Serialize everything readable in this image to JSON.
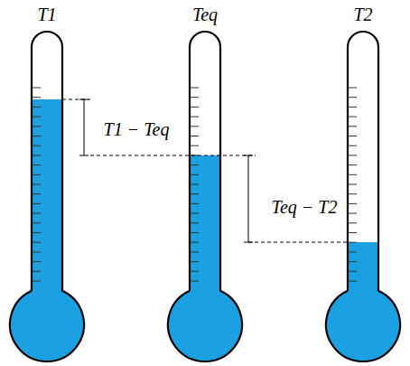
{
  "diagram": {
    "labels": [
      "T1",
      "Teq",
      "T2",
      "T1 − Teq",
      "Teq − T2"
    ]
  }
}
